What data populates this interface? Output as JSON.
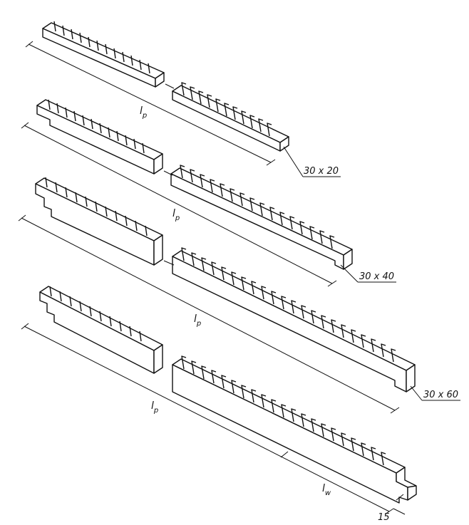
{
  "diagram": {
    "line_color": "#111111",
    "background": "#ffffff",
    "dimension_labels": {
      "lp_main": "l",
      "lp_sub": "p",
      "lw_main": "l",
      "lw_sub": "w",
      "step_width": "15"
    },
    "section_labels": {
      "row1": "30 x 20",
      "row2": "30 x 40",
      "row3": "30 x 60"
    }
  }
}
